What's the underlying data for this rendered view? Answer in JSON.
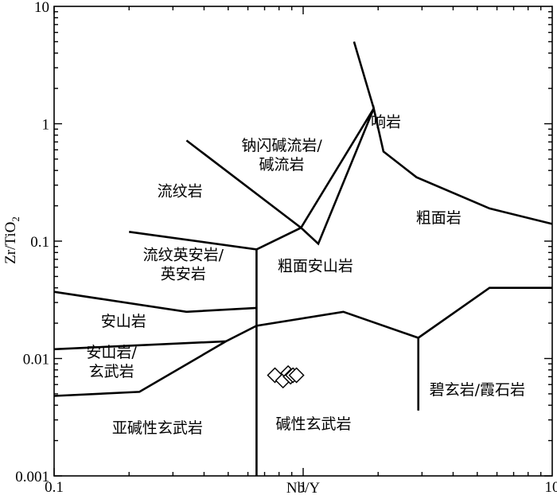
{
  "chart_data": {
    "type": "scatter",
    "title": "",
    "xlabel": "Nb/Y",
    "ylabel": "Zr/TiO",
    "ylabel_subscript": "2",
    "x_scale": "log",
    "y_scale": "log",
    "xlim": [
      0.1,
      10
    ],
    "ylim": [
      0.001,
      10
    ],
    "grid": false,
    "x_ticks": [
      {
        "value": 0.1,
        "label": "0.1"
      },
      {
        "value": 1,
        "label": "1"
      },
      {
        "value": 10,
        "label": "10"
      }
    ],
    "y_ticks": [
      {
        "value": 0.001,
        "label": "0.001"
      },
      {
        "value": 0.01,
        "label": "0.01"
      },
      {
        "value": 0.1,
        "label": "0.1"
      },
      {
        "value": 1,
        "label": "1"
      },
      {
        "value": 10,
        "label": "10"
      }
    ],
    "field_labels": [
      {
        "lines": [
          "响岩"
        ],
        "x": 2.15,
        "y": 1.05
      },
      {
        "lines": [
          "钠闪碱流岩/",
          "碱流岩"
        ],
        "x": 0.82,
        "y": 0.55
      },
      {
        "lines": [
          "流纹岩"
        ],
        "x": 0.32,
        "y": 0.27
      },
      {
        "lines": [
          "粗面岩"
        ],
        "x": 3.5,
        "y": 0.16
      },
      {
        "lines": [
          "流纹英安岩/",
          "英安岩"
        ],
        "x": 0.33,
        "y": 0.064
      },
      {
        "lines": [
          "粗面安山岩"
        ],
        "x": 1.12,
        "y": 0.062
      },
      {
        "lines": [
          "安山岩"
        ],
        "x": 0.19,
        "y": 0.021
      },
      {
        "lines": [
          "安山岩/",
          "玄武岩"
        ],
        "x": 0.17,
        "y": 0.0095
      },
      {
        "lines": [
          "碧玄岩/霞石岩"
        ],
        "x": 5.0,
        "y": 0.0055
      },
      {
        "lines": [
          "亚碱性玄武岩"
        ],
        "x": 0.26,
        "y": 0.0026
      },
      {
        "lines": [
          "碱性玄武岩"
        ],
        "x": 1.1,
        "y": 0.0028
      }
    ],
    "boundaries": [
      [
        [
          0.1,
          0.037
        ],
        [
          0.34,
          0.025
        ],
        [
          0.65,
          0.027
        ]
      ],
      [
        [
          0.1,
          0.012
        ],
        [
          0.49,
          0.014
        ]
      ],
      [
        [
          0.1,
          0.0048
        ],
        [
          0.22,
          0.0052
        ],
        [
          0.49,
          0.014
        ],
        [
          0.65,
          0.019
        ],
        [
          1.45,
          0.025
        ],
        [
          2.9,
          0.015
        ],
        [
          5.6,
          0.04
        ],
        [
          10,
          0.04
        ]
      ],
      [
        [
          0.2,
          0.12
        ],
        [
          0.65,
          0.085
        ],
        [
          0.98,
          0.13
        ],
        [
          1.92,
          1.35
        ]
      ],
      [
        [
          0.65,
          0.085
        ],
        [
          0.65,
          0.001
        ]
      ],
      [
        [
          0.34,
          0.72
        ],
        [
          0.98,
          0.13
        ],
        [
          1.15,
          0.095
        ],
        [
          1.92,
          1.35
        ],
        [
          2.1,
          0.58
        ],
        [
          2.85,
          0.35
        ],
        [
          5.6,
          0.19
        ],
        [
          10,
          0.14
        ]
      ],
      [
        [
          1.6,
          5.0
        ],
        [
          1.92,
          1.35
        ]
      ],
      [
        [
          2.9,
          0.015
        ],
        [
          2.9,
          0.0036
        ]
      ]
    ],
    "series": [
      {
        "x": [
          0.77,
          0.83,
          0.87,
          0.89,
          0.91,
          0.94
        ],
        "y": [
          0.0072,
          0.0065,
          0.0075,
          0.007,
          0.0072,
          0.0072
        ]
      }
    ]
  }
}
